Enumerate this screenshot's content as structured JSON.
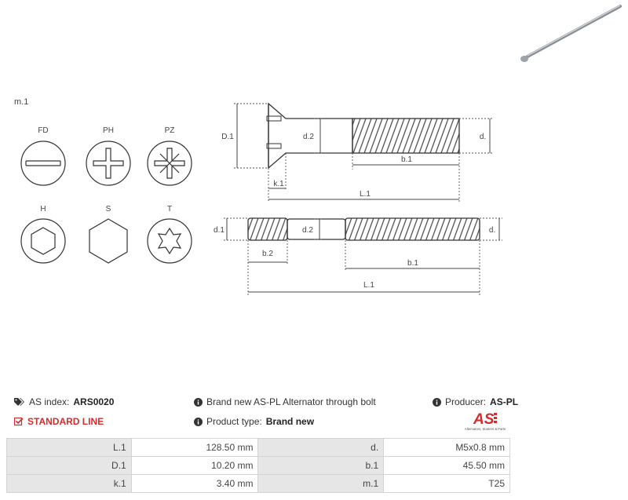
{
  "drawing": {
    "m_label": "m.1",
    "head_types": [
      "FD",
      "PH",
      "PZ",
      "H",
      "S",
      "T"
    ],
    "dims_top": {
      "D1": "D.1",
      "d2": "d.2",
      "d": "d.",
      "b1": "b.1",
      "k1": "k.1",
      "L1": "L.1"
    },
    "dims_bottom": {
      "d1": "d.1",
      "d2": "d.2",
      "d": "d.",
      "b2": "b.2",
      "b1": "b.1",
      "L1": "L.1"
    }
  },
  "info": {
    "as_index_label": "AS index:",
    "as_index_value": "ARS0020",
    "line": "STANDARD LINE",
    "description": "Brand new AS-PL Alternator through bolt",
    "product_type_label": "Product type:",
    "product_type_value": "Brand new",
    "producer_label": "Producer:",
    "producer_value": "AS-PL",
    "logo_text": "AS",
    "logo_tagline": "Alternators, Starters & Parts"
  },
  "specs": [
    {
      "l1": "L.1",
      "v1": "128.50 mm",
      "l2": "d.",
      "v2": "M5x0.8 mm"
    },
    {
      "l1": "D.1",
      "v1": "10.20 mm",
      "l2": "b.1",
      "v2": "45.50 mm"
    },
    {
      "l1": "k.1",
      "v1": "3.40 mm",
      "l2": "m.1",
      "v2": "T25"
    }
  ],
  "colors": {
    "accent_red": "#d62b2b",
    "line": "#333333",
    "header_bg": "#e6e6e6"
  }
}
